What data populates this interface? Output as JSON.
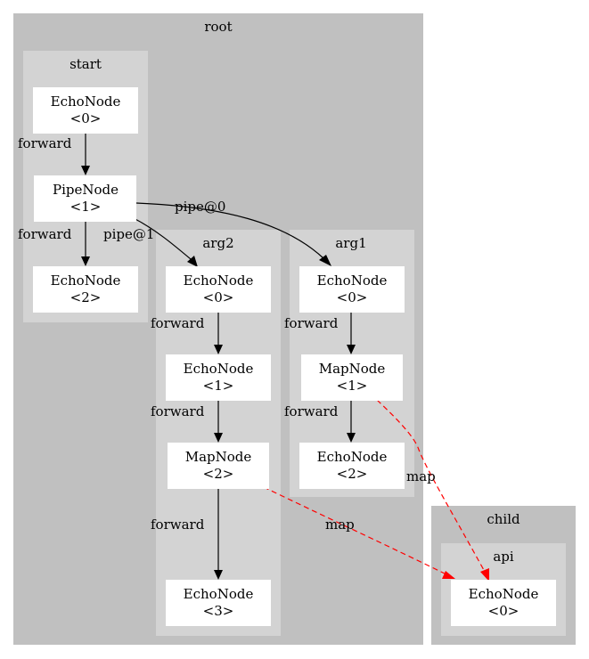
{
  "clusters": {
    "root": "root",
    "start": "start",
    "arg2": "arg2",
    "arg1": "arg1",
    "child": "child",
    "api": "api"
  },
  "nodes": {
    "start_0": {
      "name": "EchoNode",
      "index": "<0>"
    },
    "start_1": {
      "name": "PipeNode",
      "index": "<1>"
    },
    "start_2": {
      "name": "EchoNode",
      "index": "<2>"
    },
    "arg2_0": {
      "name": "EchoNode",
      "index": "<0>"
    },
    "arg2_1": {
      "name": "EchoNode",
      "index": "<1>"
    },
    "arg2_2": {
      "name": "MapNode",
      "index": "<2>"
    },
    "arg2_3": {
      "name": "EchoNode",
      "index": "<3>"
    },
    "arg1_0": {
      "name": "EchoNode",
      "index": "<0>"
    },
    "arg1_1": {
      "name": "MapNode",
      "index": "<1>"
    },
    "arg1_2": {
      "name": "EchoNode",
      "index": "<2>"
    },
    "api_0": {
      "name": "EchoNode",
      "index": "<0>"
    }
  },
  "edges": {
    "forward": "forward",
    "pipe0": "pipe@0",
    "pipe1": "pipe@1",
    "map": "map"
  },
  "colors": {
    "outer_cluster": "#c0c0c0",
    "inner_cluster": "#d3d3d3",
    "node_fill": "#ffffff",
    "edge": "#000000",
    "map_edge": "#ff0000"
  }
}
